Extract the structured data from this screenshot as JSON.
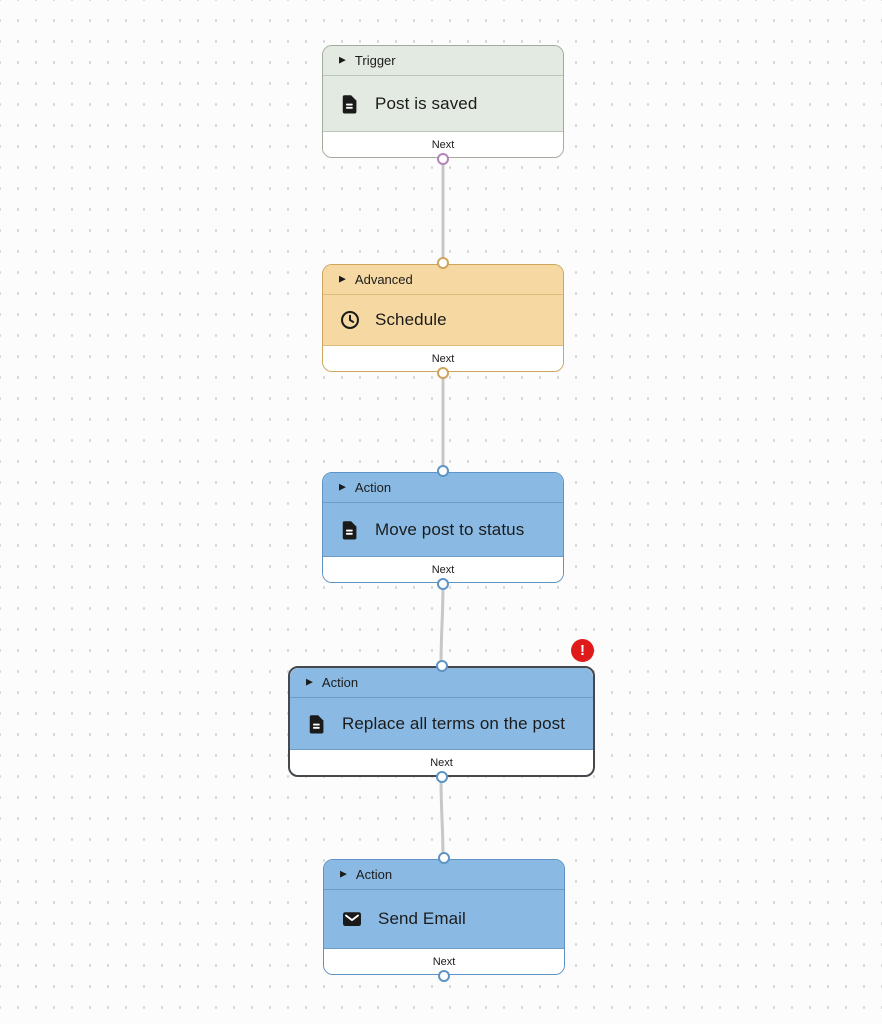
{
  "colors": {
    "canvas_bg": "#fcfcfc",
    "canvas_dot": "#d4d4d4",
    "trigger_bg": "#e3eae1",
    "trigger_border": "#a2ab9e",
    "trigger_divider": "#bcc6b8",
    "trigger_port": "#b583bb",
    "advanced_bg": "#f6d9a2",
    "advanced_border": "#cda55c",
    "advanced_divider": "#dcb97c",
    "advanced_port": "#cda55c",
    "action_bg": "#8abae3",
    "action_border": "#5e93c5",
    "action_divider": "#6f9cc4",
    "action_port": "#5e93c5",
    "selected_border": "#45494d",
    "connector_line": "#c7c7c7",
    "error_badge_bg": "#de1a1a",
    "error_badge_text": "#ffffff",
    "node_text": "#1b1b1b",
    "footer_bg": "#ffffff"
  },
  "workflow": {
    "nodes": [
      {
        "category_label": "Trigger",
        "title": "Post is saved",
        "icon": "document-icon",
        "footer_label": "Next",
        "theme": "trigger",
        "collapse_icon": "▶"
      },
      {
        "category_label": "Advanced",
        "title": "Schedule",
        "icon": "clock-icon",
        "footer_label": "Next",
        "theme": "advanced",
        "collapse_icon": "▶"
      },
      {
        "category_label": "Action",
        "title": "Move post to status",
        "icon": "document-icon",
        "footer_label": "Next",
        "theme": "action",
        "collapse_icon": "▶"
      },
      {
        "category_label": "Action",
        "title": "Replace all terms on the post",
        "icon": "document-icon",
        "footer_label": "Next",
        "theme": "action",
        "selected": true,
        "error_badge": "!",
        "collapse_icon": "▶"
      },
      {
        "category_label": "Action",
        "title": "Send Email",
        "icon": "envelope-icon",
        "footer_label": "Next",
        "theme": "action",
        "collapse_icon": "▶"
      }
    ]
  }
}
